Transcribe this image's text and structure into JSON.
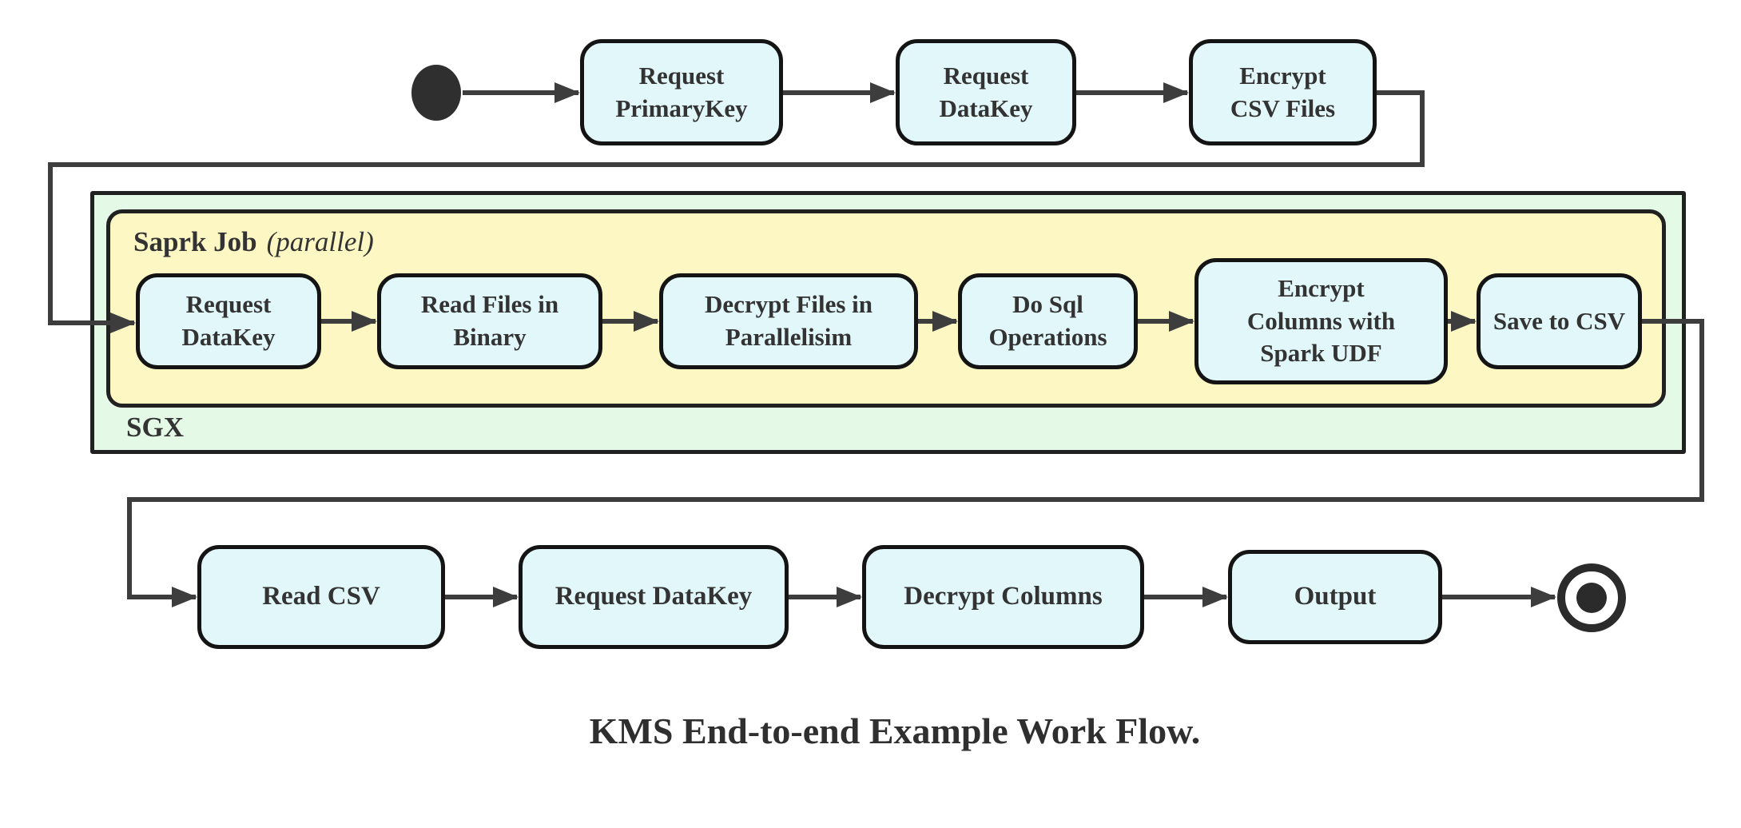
{
  "diagram": {
    "caption": "KMS End-to-end Example Work Flow.",
    "colors": {
      "node_fill": "#e1f7fa",
      "node_border": "#141414",
      "sgx_fill": "#e4f9e6",
      "spark_fill": "#fdf7c3",
      "container_border": "#212121",
      "wire": "#3d3d3d",
      "text": "#333333"
    },
    "start_node": "start",
    "end_node": "end",
    "top_row": {
      "nodes": [
        {
          "label": [
            "Request",
            "PrimaryKey"
          ]
        },
        {
          "label": [
            "Request",
            "DataKey"
          ]
        },
        {
          "label": [
            "Encrypt",
            "CSV Files"
          ]
        }
      ]
    },
    "sgx": {
      "label": "SGX"
    },
    "spark": {
      "title": "Saprk Job",
      "mode": "(parallel)",
      "nodes": [
        {
          "label": [
            "Request",
            "DataKey"
          ]
        },
        {
          "label": [
            "Read Files in",
            "Binary"
          ]
        },
        {
          "label": [
            "Decrypt Files in",
            "Parallelisim"
          ]
        },
        {
          "label": [
            "Do Sql",
            "Operations"
          ]
        },
        {
          "label": [
            "Encrypt",
            "Columns with",
            "Spark UDF"
          ]
        },
        {
          "label": "Save to CSV"
        }
      ]
    },
    "bottom_row": {
      "nodes": [
        {
          "label": "Read CSV"
        },
        {
          "label": "Request DataKey"
        },
        {
          "label": "Decrypt Columns"
        },
        {
          "label": "Output"
        }
      ]
    }
  }
}
